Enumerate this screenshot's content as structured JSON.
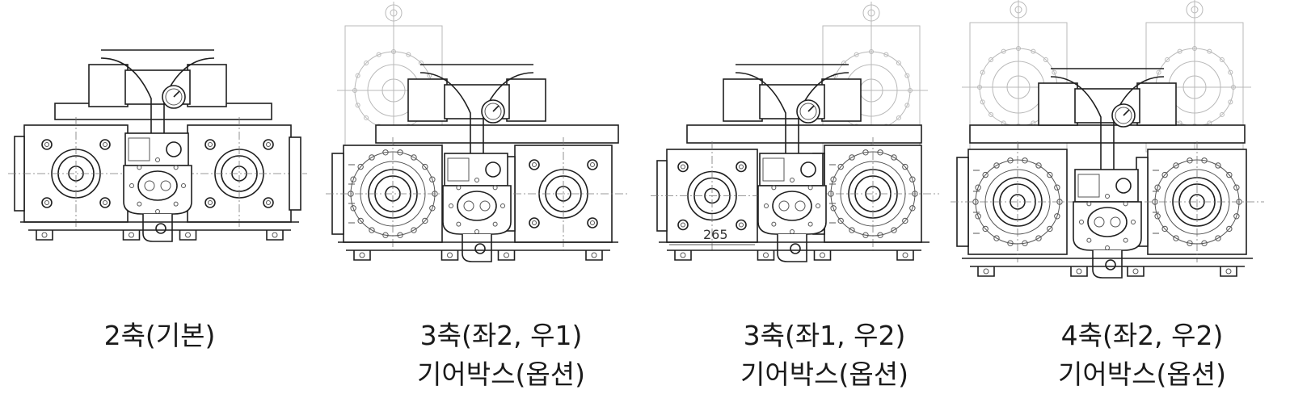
{
  "figure": {
    "variants": [
      {
        "id": "2axis",
        "caption_line1": "2축(기본)",
        "caption_line2": "",
        "left_axes": 1,
        "right_axes": 1,
        "dimension_text": ""
      },
      {
        "id": "3axis-l2r1",
        "caption_line1": "3축(좌2,  우1)",
        "caption_line2": "기어박스(옵션)",
        "left_axes": 2,
        "right_axes": 1,
        "dimension_text": ""
      },
      {
        "id": "3axis-l1r2",
        "caption_line1": "3축(좌1,  우2)",
        "caption_line2": "기어박스(옵션)",
        "left_axes": 1,
        "right_axes": 2,
        "dimension_text": "265"
      },
      {
        "id": "4axis-l2r2",
        "caption_line1": "4축(좌2,  우2)",
        "caption_line2": "기어박스(옵션)",
        "left_axes": 2,
        "right_axes": 2,
        "dimension_text": ""
      }
    ]
  }
}
